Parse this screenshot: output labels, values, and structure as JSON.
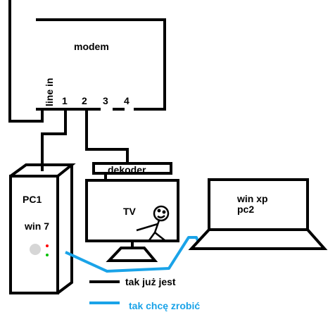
{
  "modem": {
    "label": "modem",
    "line_in_label": "line in",
    "ports": [
      "1",
      "2",
      "3",
      "4"
    ]
  },
  "dekoder": {
    "label": "dekoder"
  },
  "tv": {
    "label": "TV"
  },
  "pc1": {
    "name": "PC1",
    "os": "win 7"
  },
  "pc2": {
    "os": "win xp",
    "name": "pc2"
  },
  "legend": {
    "existing_label": "tak już jest",
    "desired_label": "tak chcę zrobić",
    "existing_color": "#000000",
    "desired_color": "#1aa3e8"
  },
  "colors": {
    "line": "#000000",
    "desired": "#1aa3e8",
    "led_red": "#ff0000",
    "led_green": "#00c000",
    "button_gray": "#d6d6d6"
  }
}
